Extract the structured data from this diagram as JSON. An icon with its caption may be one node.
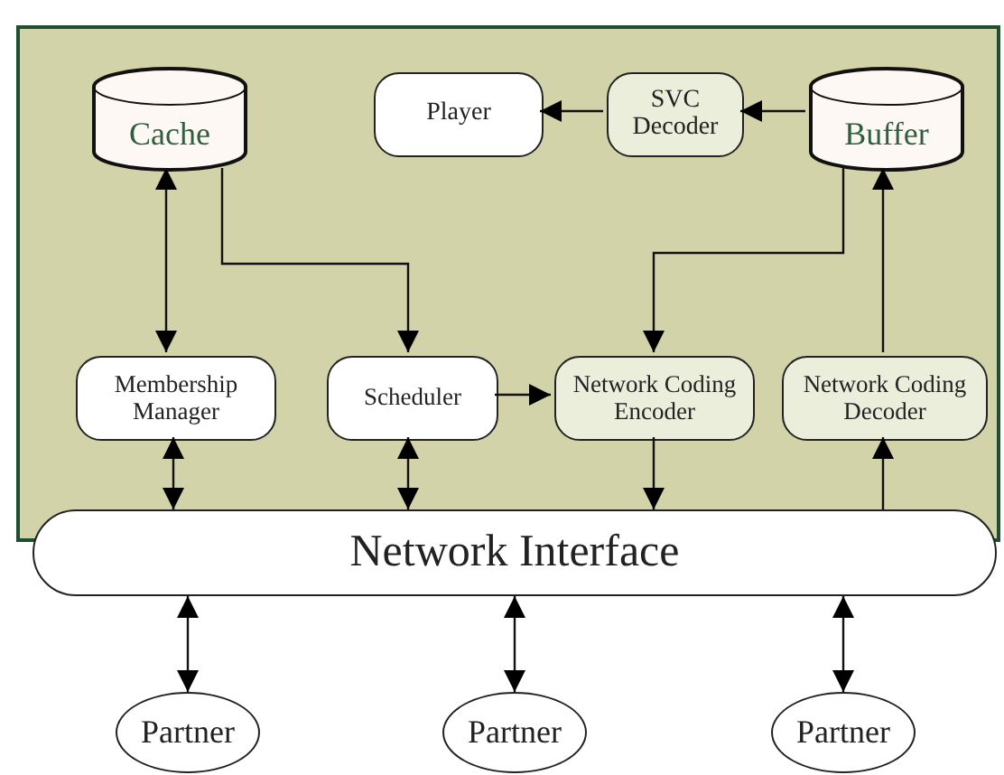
{
  "diagram": {
    "nodes": [
      {
        "text": [],
        "shape": "box"
      },
      {
        "text": [
          "Cache"
        ],
        "in": 0
      },
      {
        "text": [
          "Player"
        ],
        "in": 0
      },
      {
        "text": [
          "SVC Decoder"
        ],
        "in": 0
      },
      {
        "text": [
          "Buffer"
        ],
        "in": 0
      },
      {
        "text": [
          "Membership Manager"
        ],
        "in": 0
      },
      {
        "text": [
          "Scheduler"
        ],
        "in": 0
      },
      {
        "text": [
          "Network Coding Encoder"
        ],
        "in": 0
      },
      {
        "text": [
          "Network Coding Decoder"
        ],
        "in": 0
      },
      {
        "text": [
          "Network Interface"
        ]
      },
      {
        "text": [
          "Partner"
        ]
      },
      {
        "text": [
          "Partner"
        ]
      },
      {
        "text": [
          "Partner"
        ]
      }
    ],
    "edges": [
      {
        "from": 5,
        "to": 1,
        "arrow": "both"
      },
      {
        "from": 1,
        "to": 6,
        "arrow": "to"
      },
      {
        "from": 3,
        "to": 2,
        "arrow": "to"
      },
      {
        "from": 4,
        "to": 3,
        "arrow": "to"
      },
      {
        "from": 4,
        "to": 7,
        "arrow": "to"
      },
      {
        "from": 8,
        "to": 4,
        "arrow": "to"
      },
      {
        "from": 6,
        "to": 7,
        "arrow": "to"
      },
      {
        "from": 5,
        "to": 9,
        "arrow": "both"
      },
      {
        "from": 6,
        "to": 9,
        "arrow": "both"
      },
      {
        "from": 7,
        "to": 9,
        "arrow": "to"
      },
      {
        "from": 9,
        "to": 8,
        "arrow": "to"
      },
      {
        "from": 9,
        "to": 10,
        "arrow": "both"
      },
      {
        "from": 9,
        "to": 11,
        "arrow": "both"
      },
      {
        "from": 9,
        "to": 12,
        "arrow": "both"
      }
    ]
  }
}
